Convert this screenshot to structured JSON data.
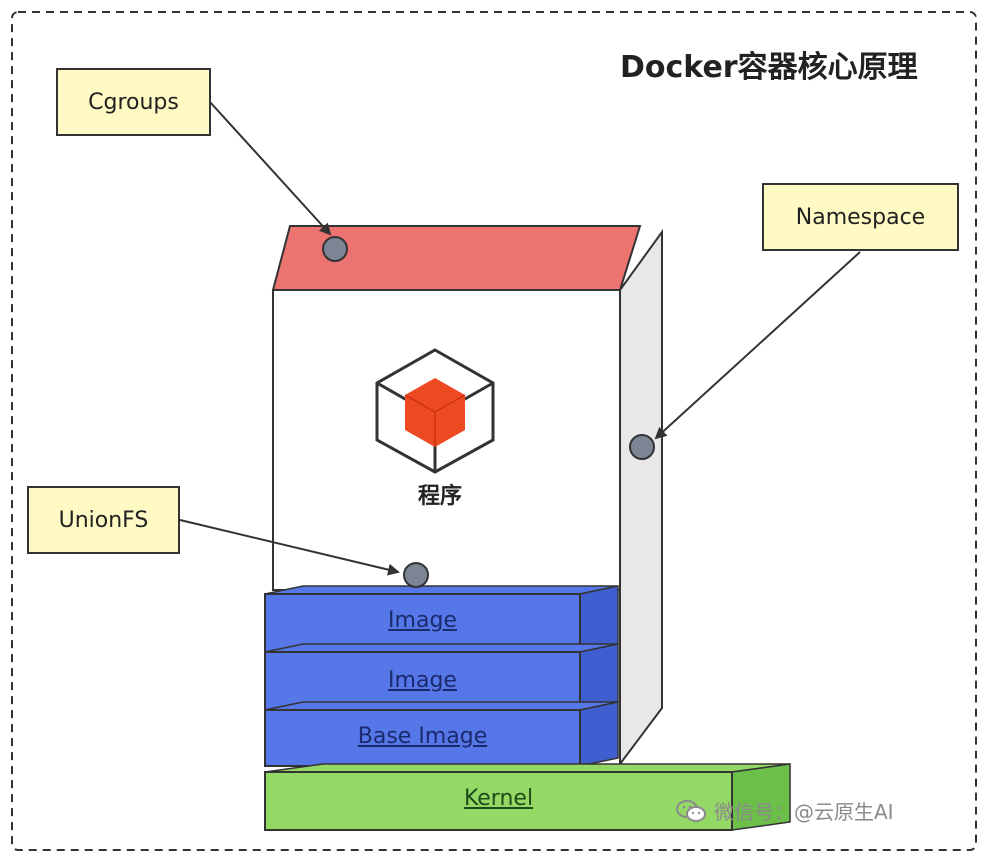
{
  "title": "Docker容器核心原理",
  "labels": {
    "cgroups": "Cgroups",
    "namespace": "Namespace",
    "unionfs": "UnionFS"
  },
  "program": "程序",
  "layers": {
    "image_top": "Image",
    "image_mid": "Image",
    "base_image": "Base Image",
    "kernel": "Kernel"
  },
  "watermark": "微信号：@云原生AI",
  "colors": {
    "roof": "#ec7470",
    "container_front": "#ffffff",
    "container_side": "#e8e8e8",
    "image_layer": "#5577e8",
    "image_layer_side": "#3f5fd0",
    "kernel": "#94d866",
    "kernel_side": "#6cc04a",
    "label_bg": "#fff9c4",
    "cube": "#ee4a22",
    "dot": "#7c8594"
  }
}
